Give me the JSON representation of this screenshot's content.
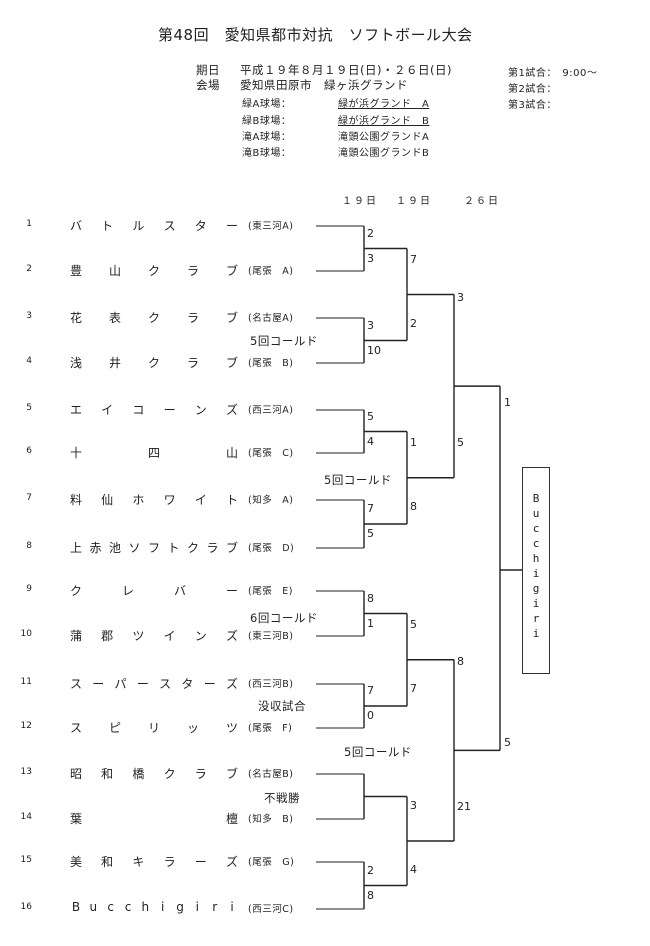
{
  "title": "第48回　愛知県都市対抗　ソフトボール大会",
  "schedule": {
    "date_label": "期日",
    "date_value": "平成１９年８月１９日(日)・２６日(日)",
    "venue_label": "会場",
    "venue_value": "愛知県田原市　緑ヶ浜グランド",
    "fields": [
      {
        "label": "緑A球場：",
        "value": "緑が浜グランド　A",
        "underline": true
      },
      {
        "label": "緑B球場：",
        "value": "緑が浜グランド　B",
        "underline": true
      },
      {
        "label": "滝A球場：",
        "value": "滝頭公園グランドA",
        "underline": false
      },
      {
        "label": "滝B球場：",
        "value": "滝頭公園グランドB",
        "underline": false
      }
    ],
    "matches": [
      "第1試合：　9:00～",
      "第2試合：",
      "第3試合："
    ]
  },
  "round_headers": [
    "１９日",
    "１９日",
    "２６日"
  ],
  "teams": [
    {
      "no": "1",
      "name": "バトルスター",
      "spread": true,
      "region": "(東三河A)"
    },
    {
      "no": "2",
      "name": "豊山クラブ",
      "spread": true,
      "region": "(尾張　A)"
    },
    {
      "no": "3",
      "name": "花表クラブ",
      "spread": true,
      "region": "(名古屋A)"
    },
    {
      "no": "4",
      "name": "浅井クラブ",
      "spread": true,
      "region": "(尾張　B)"
    },
    {
      "no": "5",
      "name": "エイコーンズ",
      "spread": true,
      "region": "(西三河A)"
    },
    {
      "no": "6",
      "name": "十四山",
      "spread": true,
      "region": "(尾張　C)"
    },
    {
      "no": "7",
      "name": "料仙ホワイト",
      "spread": true,
      "region": "(知多　A)"
    },
    {
      "no": "8",
      "name": "上赤池ソフトクラブ",
      "spread": true,
      "region": "(尾張　D)"
    },
    {
      "no": "9",
      "name": "クレバー",
      "spread": true,
      "region": "(尾張　E)"
    },
    {
      "no": "10",
      "name": "蒲郡ツインズ",
      "spread": true,
      "region": "(東三河B)"
    },
    {
      "no": "11",
      "name": "スーパースターズ",
      "spread": true,
      "region": "(西三河B)"
    },
    {
      "no": "12",
      "name": "スピリッツ",
      "spread": true,
      "region": "(尾張　F)"
    },
    {
      "no": "13",
      "name": "昭和橋クラブ",
      "spread": true,
      "region": "(名古屋B)"
    },
    {
      "no": "14",
      "name": "葉檀",
      "spread": true,
      "region": "(知多　B)"
    },
    {
      "no": "15",
      "name": "美和キラーズ",
      "spread": true,
      "region": "(尾張　G)"
    },
    {
      "no": "16",
      "name": "Bucchigiri",
      "spread": true,
      "region": "(西三河C)"
    }
  ],
  "notes": [
    "5回コールド",
    "5回コールド",
    "6回コールド",
    "没収試合",
    "5回コールド",
    "不戦勝"
  ],
  "scores": {
    "r1": [
      "2",
      "3",
      "3",
      "10",
      "5",
      "4",
      "7",
      "5",
      "8",
      "1",
      "7",
      "0",
      "",
      "",
      "2",
      "8"
    ],
    "r2": [
      "7",
      "2",
      "1",
      "8",
      "5",
      "7",
      "3",
      "4"
    ],
    "r3": [
      "3",
      "5",
      "8",
      "21"
    ],
    "r4": [
      "1",
      "5"
    ]
  },
  "champion": "Bucchigiri"
}
